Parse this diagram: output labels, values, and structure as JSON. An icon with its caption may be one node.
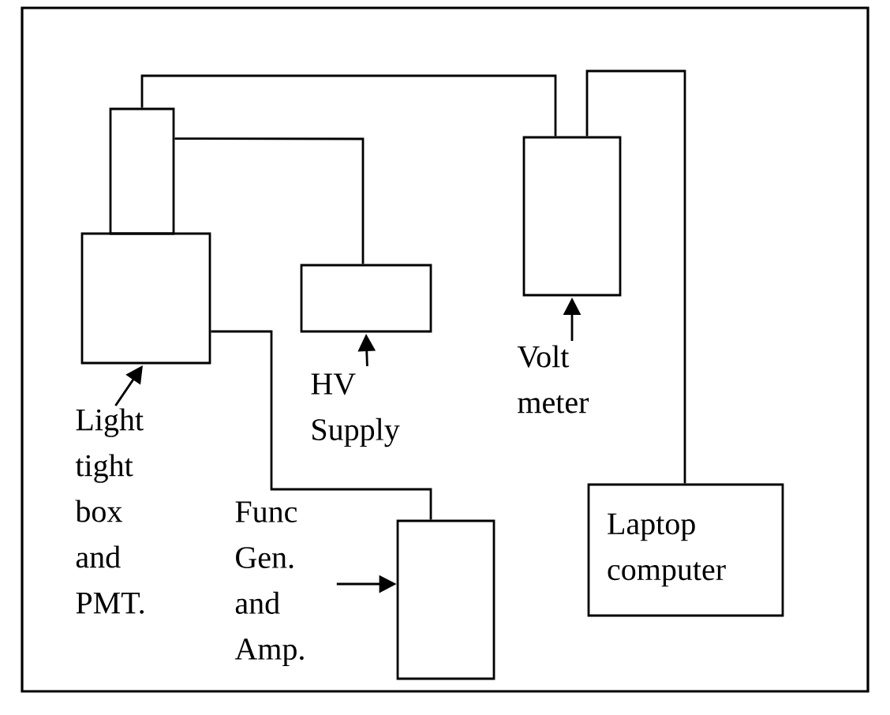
{
  "diagram": {
    "nodes": [
      {
        "text": [],
        "shape": "box"
      },
      {
        "text": [],
        "shape": "box"
      },
      {
        "text": [],
        "shape": "box"
      },
      {
        "text": [],
        "shape": "box"
      },
      {
        "text": [],
        "shape": "box"
      },
      {
        "text": [
          "Laptop computer"
        ]
      },
      {
        "text": [
          "Light tight box and PMT."
        ]
      },
      {
        "text": [
          "HV Supply"
        ]
      },
      {
        "text": [
          "Volt meter"
        ]
      },
      {
        "text": [
          "Func Gen. and Amp."
        ]
      }
    ],
    "edges": [
      {
        "from": 0,
        "to": 3,
        "arrow": "none"
      },
      {
        "from": 3,
        "to": 5,
        "arrow": "none"
      },
      {
        "from": 0,
        "to": 2,
        "arrow": "none"
      },
      {
        "from": 1,
        "to": 4,
        "arrow": "none"
      },
      {
        "from": 6,
        "to": 1,
        "arrow": "to"
      },
      {
        "from": 7,
        "to": 2,
        "arrow": "to"
      },
      {
        "from": 8,
        "to": 3,
        "arrow": "to"
      },
      {
        "from": 9,
        "to": 4,
        "arrow": "to"
      }
    ]
  }
}
